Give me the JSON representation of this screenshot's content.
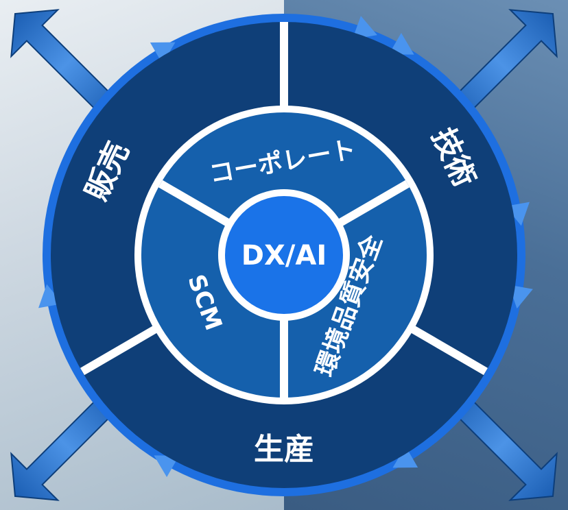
{
  "center": {
    "label": "DX/AI"
  },
  "inner_ring": {
    "corporate": "コーポレート",
    "scm": "SCM",
    "quality": "環境品質安全"
  },
  "outer_ring": {
    "sales": "販売",
    "technology": "技術",
    "production": "生産"
  },
  "colors": {
    "outer_ring": "#0f3f78",
    "inner_ring": "#1560ac",
    "center": "#1a73e8",
    "arrow_ring": "#1e6fe0",
    "arrow": "#2a6fc4",
    "divider": "#ffffff"
  }
}
